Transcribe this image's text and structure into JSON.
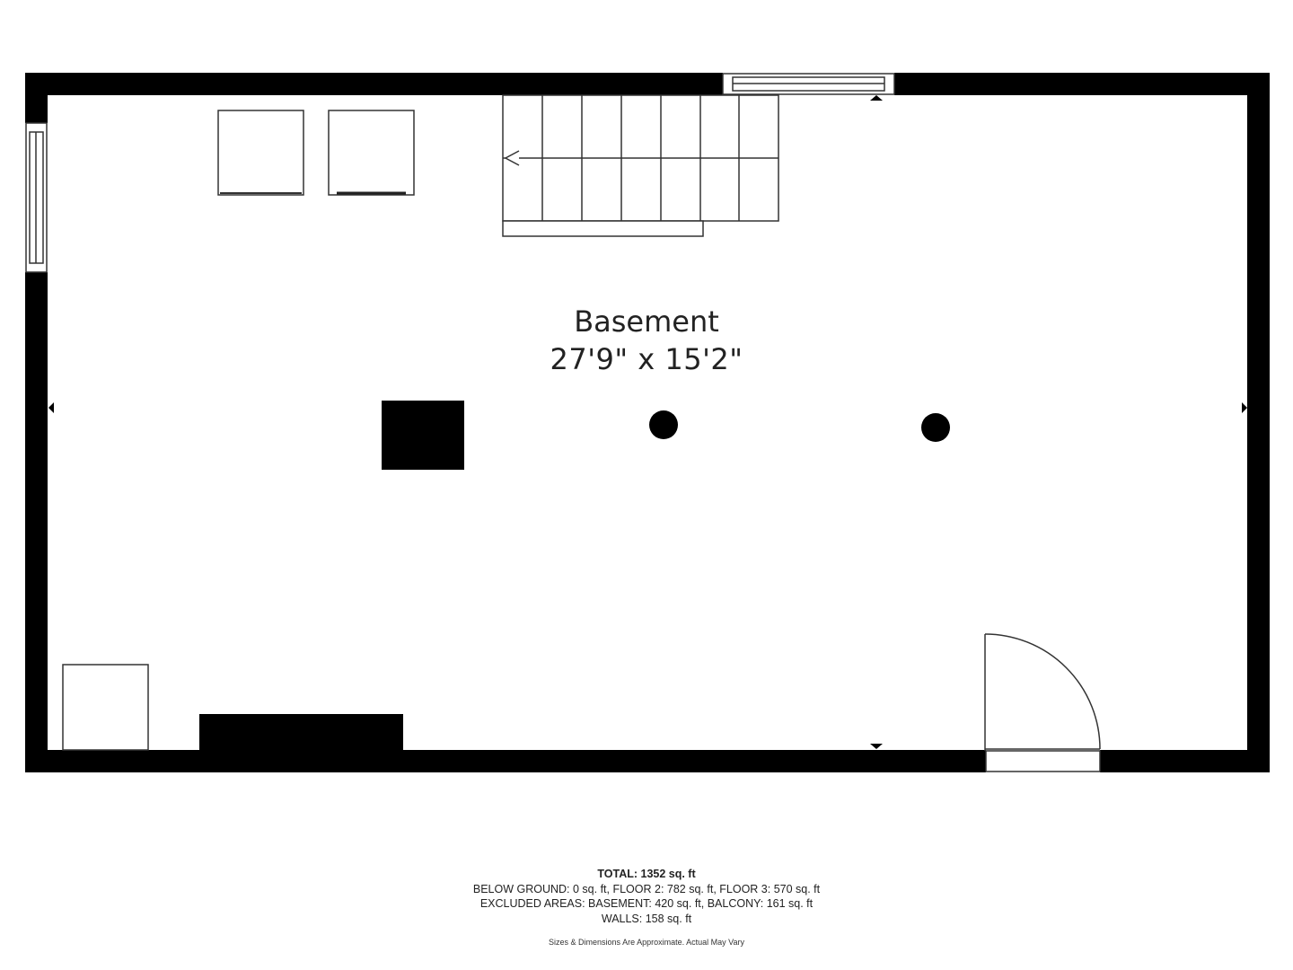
{
  "room": {
    "name": "Basement",
    "dimensions": "27'9\" x 15'2\""
  },
  "summary": {
    "total": "TOTAL: 1352 sq. ft",
    "below_ground": "BELOW GROUND: 0 sq. ft, FLOOR 2: 782 sq. ft, FLOOR 3: 570 sq. ft",
    "excluded": "EXCLUDED AREAS: BASEMENT: 420 sq. ft, BALCONY: 161 sq. ft",
    "walls": "WALLS: 158 sq. ft"
  },
  "disclaimer": "Sizes & Dimensions Are Approximate. Actual May Vary",
  "colors": {
    "wall": "#000000",
    "background": "#ffffff",
    "line": "#333333"
  }
}
